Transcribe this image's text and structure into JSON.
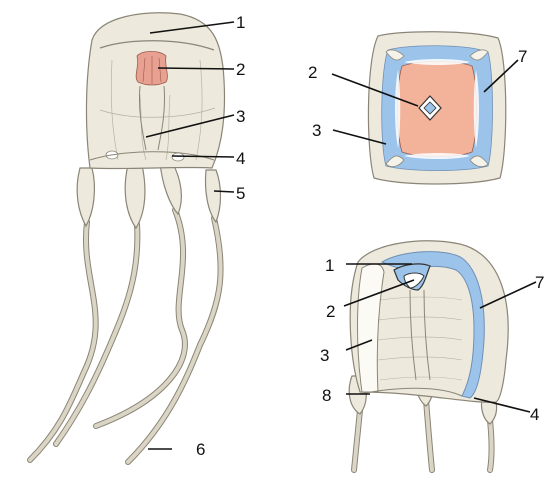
{
  "colors": {
    "body_fill": "#EDE9DC",
    "body_stroke": "#8A8576",
    "stomach": "#E8A090",
    "cavity_blue": "#9CC4EA",
    "section_pink": "#F2B39A",
    "tentacle": "#DAD5C5",
    "ink": "#111111"
  },
  "figures": {
    "whole_animal": {
      "labels": [
        "1",
        "2",
        "3",
        "4",
        "5",
        "6"
      ]
    },
    "cross_section": {
      "labels": [
        "2",
        "7",
        "3"
      ]
    },
    "longitudinal_section": {
      "labels": [
        "1",
        "7",
        "2",
        "3",
        "8",
        "4"
      ]
    }
  }
}
